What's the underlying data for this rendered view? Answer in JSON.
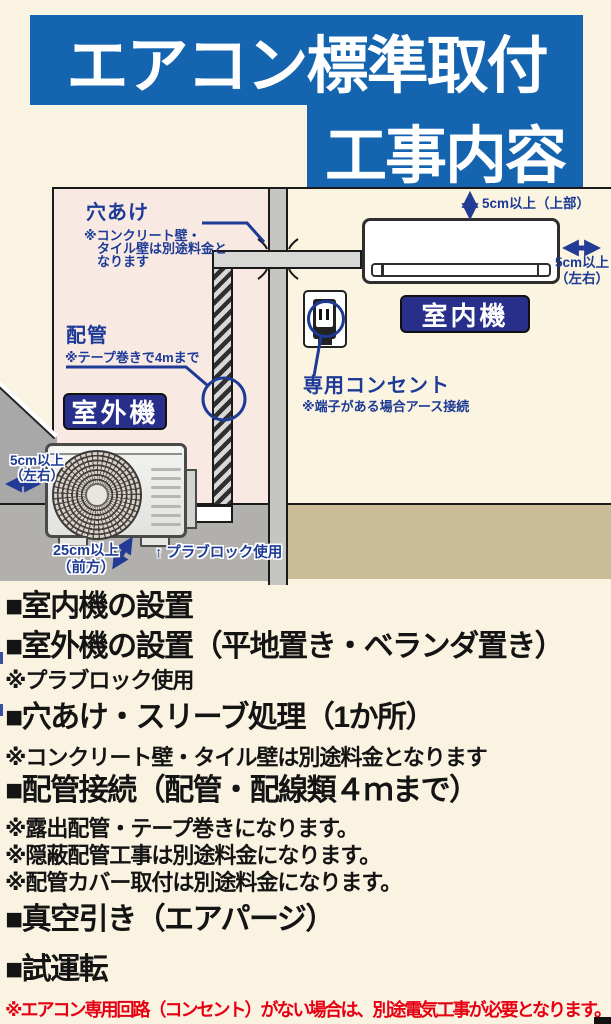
{
  "title": {
    "line1": "エアコン標準取付",
    "line2": "工事内容"
  },
  "diagram": {
    "hole_label": "穴あけ",
    "hole_note": "※コンクリート壁・\n　タイル壁は別途料金と\n　なります",
    "pipe_label": "配管",
    "pipe_note": "※テープ巻きで4mまで",
    "outdoor_unit_label": "室外機",
    "indoor_unit_label": "室内機",
    "outlet_label": "専用コンセント",
    "outlet_note": "※端子がある場合アース接続",
    "clearance_top": "5cm以上（上部）",
    "clearance_right": "5cm以上\n（左右）",
    "clearance_outdoor_left": "5cm以上\n（左右）",
    "clearance_front": "25cm以上\n（前方）",
    "block_note": "↑ プラブロック使用"
  },
  "checklist": {
    "items": [
      {
        "type": "item",
        "text": "■室内機の設置"
      },
      {
        "type": "item",
        "text": "■室外機の設置（平地置き・ベランダ置き）"
      },
      {
        "type": "note",
        "text": "※プラブロック使用"
      },
      {
        "type": "item",
        "text": "■穴あけ・スリーブ処理（1か所）"
      },
      {
        "type": "note",
        "text": "※コンクリート壁・タイル壁は別途料金となります"
      },
      {
        "type": "item",
        "text": "■配管接続（配管・配線類４ｍまで）"
      },
      {
        "type": "note",
        "text": "※露出配管・テープ巻きになります。"
      },
      {
        "type": "note",
        "text": "※隠蔽配管工事は別途料金になります。"
      },
      {
        "type": "note",
        "text": "※配管カバー取付は別途料金になります。"
      },
      {
        "type": "item",
        "text": "■真空引き（エアパージ）"
      },
      {
        "type": "item",
        "text": "■試運転"
      },
      {
        "type": "warning",
        "text": "※エアコン専用回路（コンセント）がない場合は、別途電気工事が必要となります。"
      }
    ]
  },
  "colors": {
    "page_bg": "#faf3e2",
    "title_bg": "#1564af",
    "unit_tag_bg": "#272f8b",
    "diagram_blue": "#1c3a96",
    "warning_red": "#e60012",
    "exterior_wall_pink": "#f8e9e3",
    "floor_tan": "#c9bc96",
    "ground_gray": "#b1b0ad"
  }
}
